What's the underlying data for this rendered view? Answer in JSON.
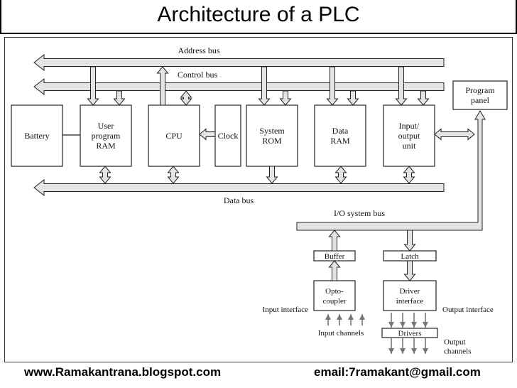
{
  "title": "Architecture of a PLC",
  "buses": {
    "address": "Address bus",
    "control": "Control bus",
    "data": "Data bus",
    "io": "I/O system bus"
  },
  "blocks": {
    "battery": [
      "Battery"
    ],
    "user_ram": [
      "User",
      "program",
      "RAM"
    ],
    "cpu": [
      "CPU"
    ],
    "clock": [
      "Clock"
    ],
    "system_rom": [
      "System",
      "ROM"
    ],
    "data_ram": [
      "Data",
      "RAM"
    ],
    "io_unit": [
      "Input/",
      "output",
      "unit"
    ],
    "program_panel": [
      "Program",
      "panel"
    ],
    "buffer": [
      "Buffer"
    ],
    "latch": [
      "Latch"
    ],
    "optocoupler": [
      "Opto-",
      "coupler"
    ],
    "driver_interface": [
      "Driver",
      "interface"
    ],
    "drivers": [
      "Drivers"
    ]
  },
  "labels": {
    "input_interface": "Input interface",
    "output_interface": "Output interface",
    "input_channels": "Input channels",
    "output_channels": [
      "Output",
      "channels"
    ]
  },
  "footer": {
    "website": "www.Ramakantrana.blogspot.com",
    "email": "email:7ramakant@gmail.com"
  }
}
